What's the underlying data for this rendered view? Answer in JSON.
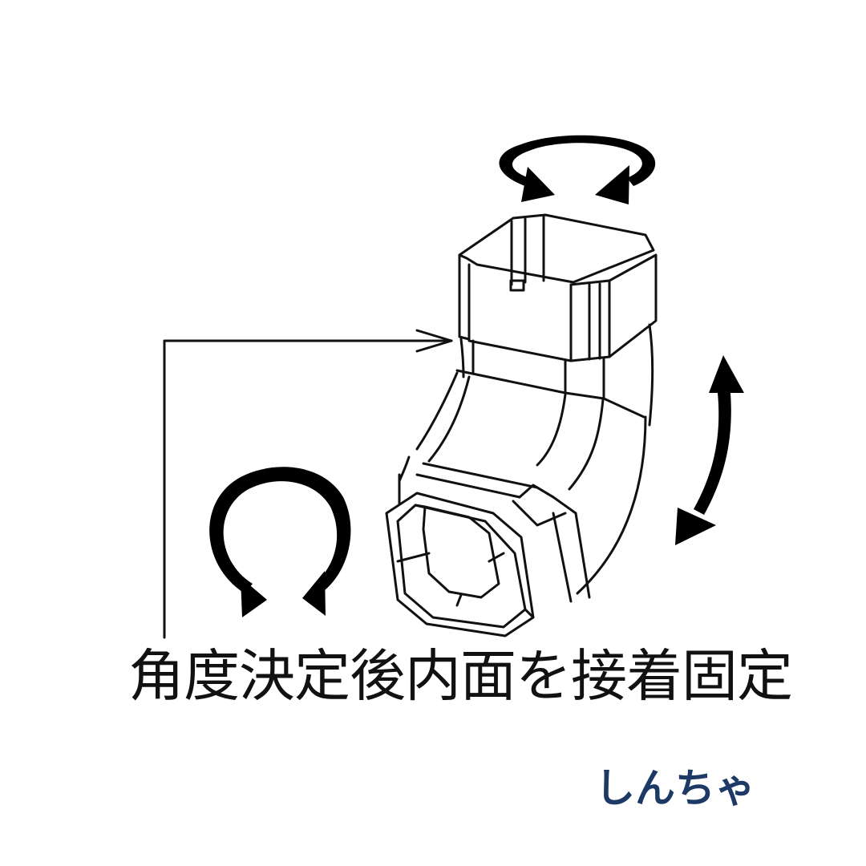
{
  "illustration": {
    "subject": "gutter-elbow-fitting",
    "caption": "角度決定後内面を接着固定",
    "signature": "しんちゃ",
    "colors": {
      "line": "#111111",
      "arrow_fill": "#000000",
      "background": "#ffffff",
      "signature": "#1d3a66"
    },
    "icons": {
      "top_rotation": "rotate-horizontal-arrows-icon",
      "left_rotation": "rotate-arrows-icon",
      "right_swing": "double-headed-curved-arrow-icon",
      "leader": "leader-line-arrow-icon"
    }
  }
}
